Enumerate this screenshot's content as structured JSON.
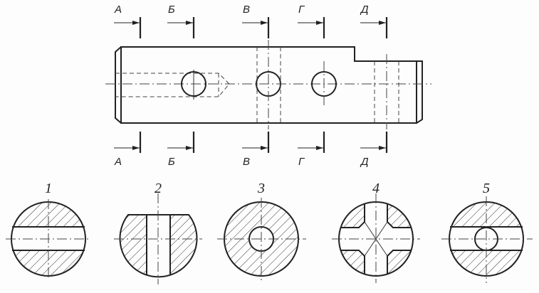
{
  "section_markers": [
    "А",
    "Б",
    "В",
    "Г",
    "Д"
  ],
  "section_options": [
    "1",
    "2",
    "3",
    "4",
    "5"
  ],
  "colors": {
    "line": "#222222",
    "background": "#fdfdfd"
  }
}
